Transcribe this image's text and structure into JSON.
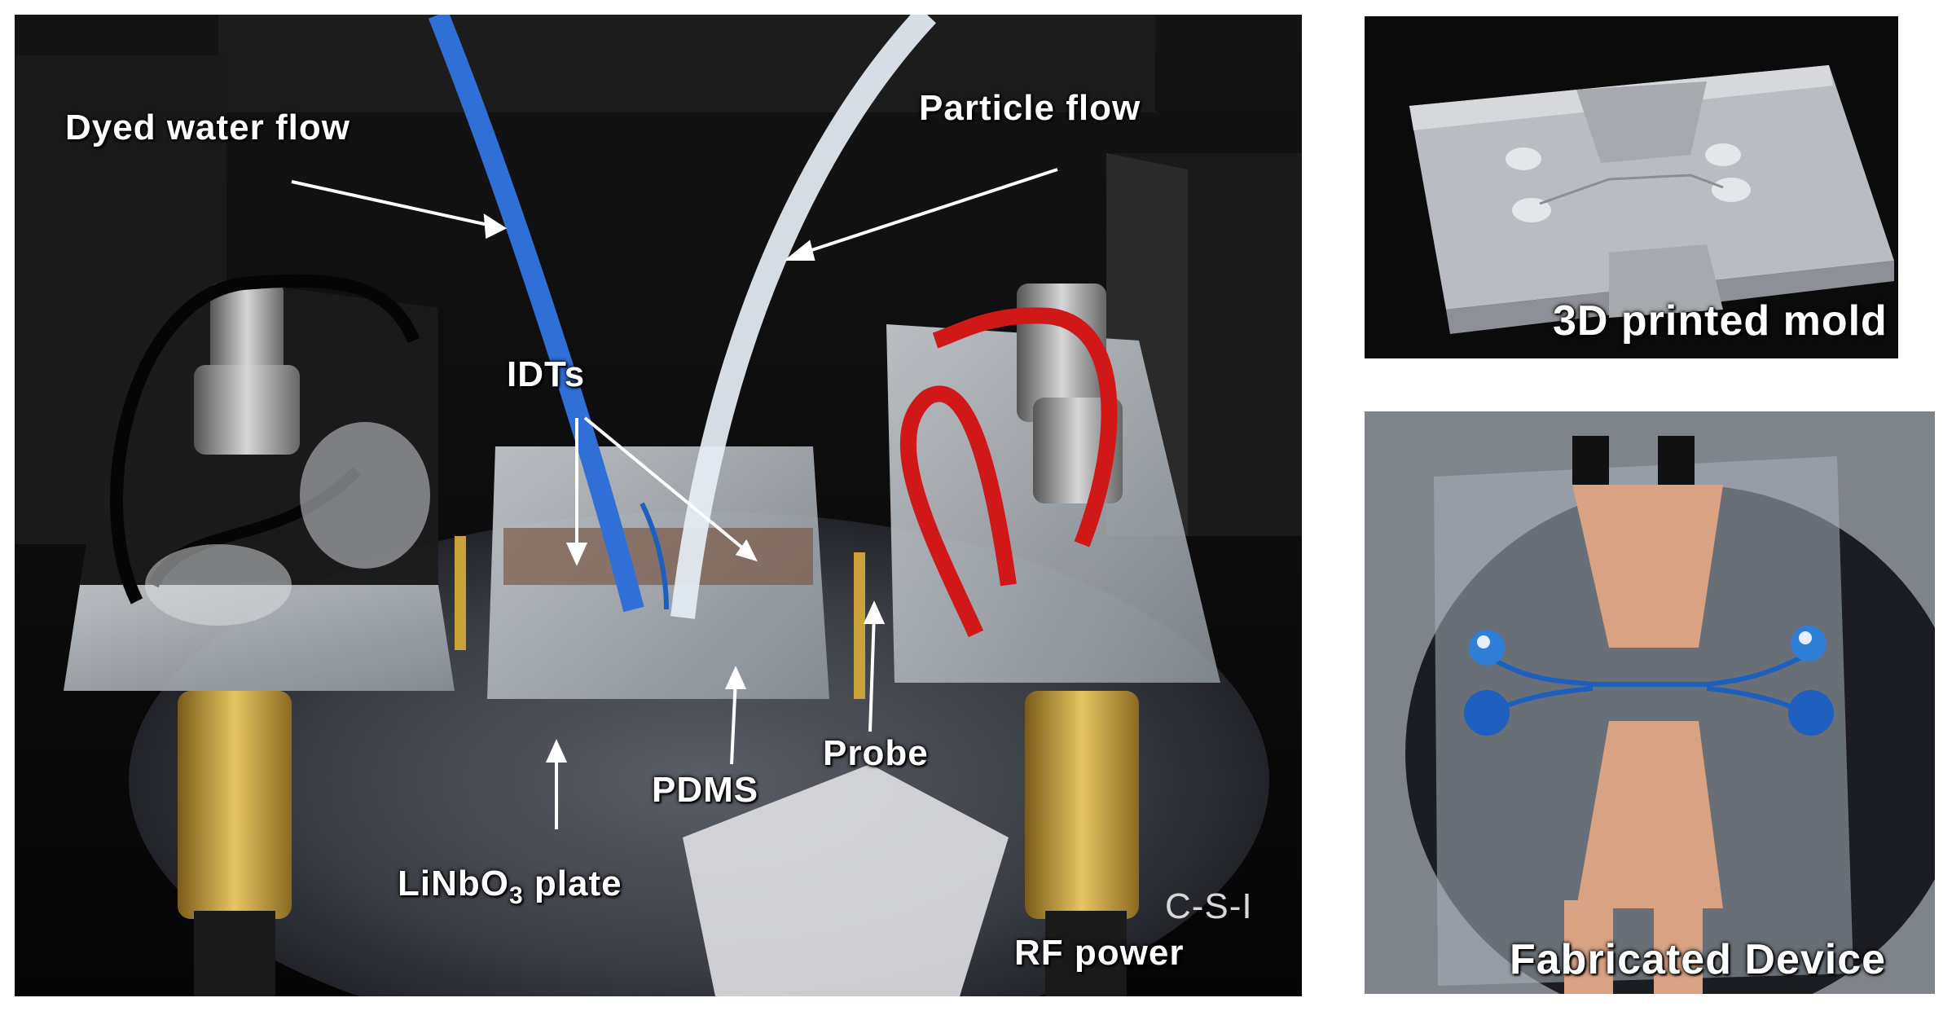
{
  "main_panel": {
    "labels": {
      "dyed_water_flow": "Dyed water flow",
      "particle_flow": "Particle flow",
      "idts": "IDTs",
      "probe": "Probe",
      "pdms": "PDMS",
      "linbo3_plate_prefix": "LiNbO",
      "linbo3_plate_sub": "3",
      "linbo3_plate_suffix": " plate",
      "rf_power": "RF power",
      "wafer_marking": "C-S-I"
    }
  },
  "mold_panel": {
    "label": "3D printed mold"
  },
  "device_panel": {
    "label": "Fabricated Device"
  },
  "colors": {
    "background": "#ffffff",
    "dyed_tube": "#2f6fd6",
    "particle_tube": "#e6eef5",
    "red_wire": "#d01818",
    "brass": "#c9a23a",
    "electrode": "#d9a283",
    "dye": "#1d5fbf"
  }
}
